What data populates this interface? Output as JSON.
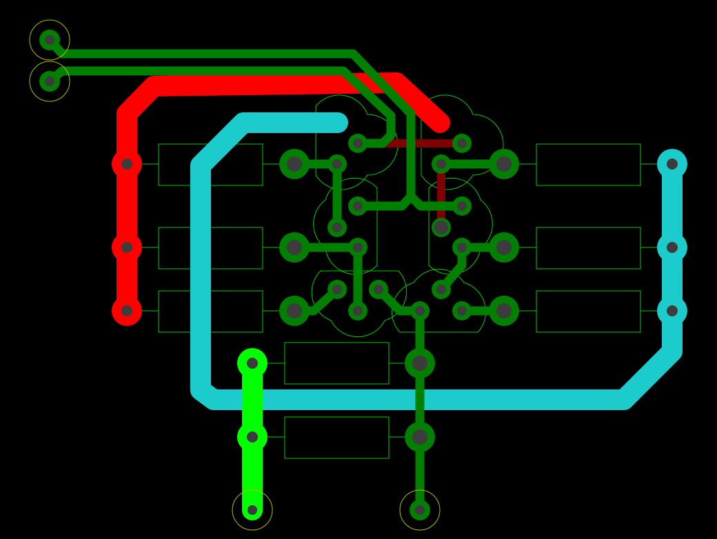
{
  "colors": {
    "background": "#000000",
    "net_power": "#ff0000",
    "net_ground": "#1ccccc",
    "net_signal": "#007f00",
    "net_input": "#00ff00",
    "bottom_trace": "#7f0000",
    "silkscreen": "#00cc00",
    "outline_yellow": "#bbbb00",
    "drill_hole": "#3c3c3c"
  },
  "layers": [
    "top-copper",
    "bottom-copper",
    "silkscreen",
    "pads"
  ]
}
